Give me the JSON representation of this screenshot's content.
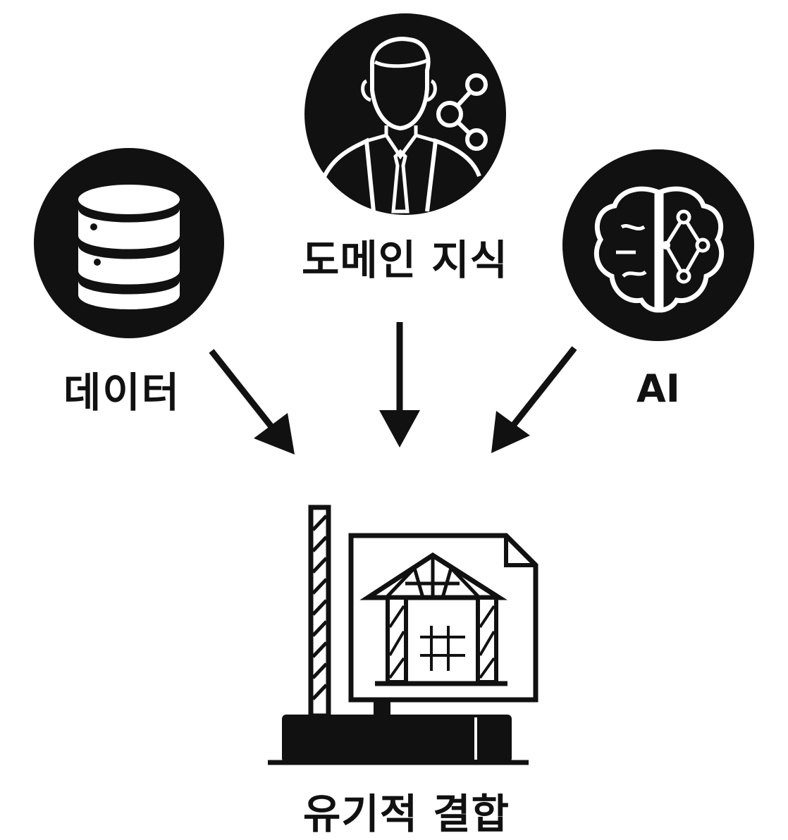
{
  "nodes": {
    "domain_knowledge": {
      "label": "도메인 지식",
      "icon": "person-network-icon"
    },
    "data": {
      "label": "데이터",
      "icon": "database-icon"
    },
    "ai": {
      "label": "AI",
      "icon": "ai-brain-icon"
    },
    "result": {
      "label": "유기적 결합",
      "icon": "construction-blueprint-icon"
    }
  },
  "colors": {
    "ink": "#111111",
    "background": "#ffffff"
  }
}
